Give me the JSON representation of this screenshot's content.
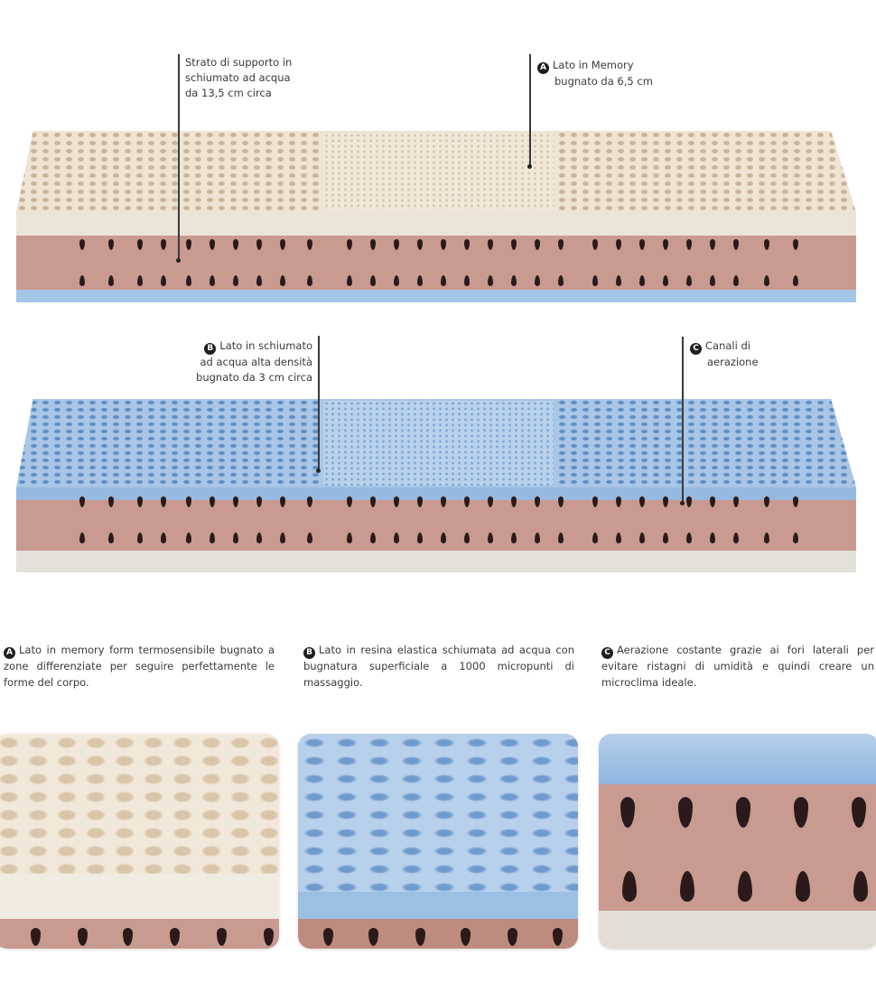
{
  "callouts": {
    "support_layer": {
      "lines": [
        "Strato di supporto in",
        "schiumato ad acqua",
        "da 13,5 cm circa"
      ]
    },
    "side_a": {
      "badge": "A",
      "lines": [
        "Lato in Memory",
        "bugnato da 6,5 cm"
      ]
    },
    "side_b": {
      "badge": "B",
      "lines": [
        "Lato in schiumato",
        "ad acqua alta densità",
        "bugnato da 3 cm circa"
      ]
    },
    "channels_c": {
      "badge": "C",
      "lines": [
        "Canali di",
        "aerazione"
      ]
    }
  },
  "descriptions": [
    {
      "badge": "A",
      "text": "Lato in memory form termosensibile bugnato a zone differenziate per seguire perfettamente le forme del corpo."
    },
    {
      "badge": "B",
      "text": "Lato in resina elastica schiumata ad acqua con bugnatura superficiale a 1000 micropunti di massaggio."
    },
    {
      "badge": "C",
      "text": "Aerazione costante grazie ai fori laterali per evitare ristagni di umidità e quindi creare un microclima ideale."
    }
  ],
  "colors": {
    "cream_foam": "#efe3d2",
    "pink_core": "#c99a8f",
    "blue_foam": "#9fc0e4",
    "grey_base": "#e4e0da",
    "text": "#3a3a3a",
    "badge": "#1e1e1e"
  },
  "images": [
    {
      "id": "mattress-memory-side-up"
    },
    {
      "id": "mattress-blue-side-up"
    },
    {
      "id": "detail-memory-surface"
    },
    {
      "id": "detail-blue-surface"
    },
    {
      "id": "detail-ventilation-channels"
    }
  ]
}
